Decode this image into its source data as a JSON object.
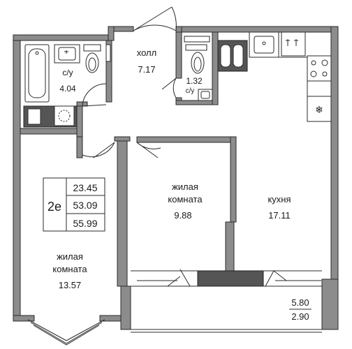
{
  "plan": {
    "type_label": "2е",
    "areas": {
      "living": "23.45",
      "total": "53.09",
      "total_with_balcony": "55.99"
    },
    "rooms": {
      "hall": {
        "name": "холл",
        "area": "7.17"
      },
      "bath1": {
        "name": "с/у",
        "area": "4.04"
      },
      "bath2": {
        "name": "с/у",
        "area": "1.32"
      },
      "bedroom": {
        "name_line1": "жилая",
        "name_line2": "комната",
        "area": "9.88"
      },
      "kitchen": {
        "name": "кухня",
        "area": "17.11"
      },
      "living": {
        "name_line1": "жилая",
        "name_line2": "комната",
        "area": "13.57"
      }
    },
    "balcony": {
      "area_full": "5.80",
      "area_reduced": "2.90"
    }
  },
  "colors": {
    "wall": "#8c8c8c",
    "line": "#2a2a2a",
    "fixture_dark": "#555555"
  }
}
